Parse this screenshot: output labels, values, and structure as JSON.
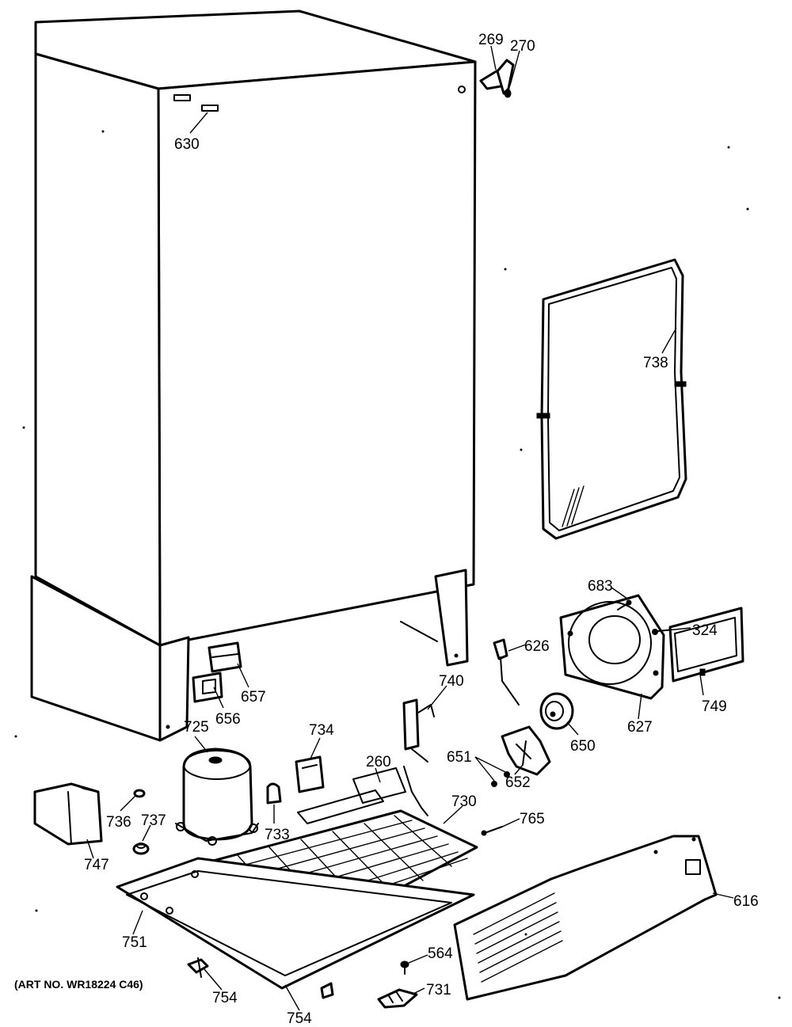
{
  "diagram": {
    "art_number": "(ART NO. WR18224 C46)",
    "callouts": {
      "c269": "269",
      "c270": "270",
      "c630": "630",
      "c738": "738",
      "c683": "683",
      "c324": "324",
      "c626": "626",
      "c749": "749",
      "c627": "627",
      "c650": "650",
      "c651": "651",
      "c652": "652",
      "c740": "740",
      "c657": "657",
      "c656": "656",
      "c725": "725",
      "c734": "734",
      "c260": "260",
      "c730": "730",
      "c765": "765",
      "c736": "736",
      "c737": "737",
      "c733": "733",
      "c747": "747",
      "c616": "616",
      "c751": "751",
      "c564": "564",
      "c731": "731",
      "c754a": "754",
      "c754b": "754"
    }
  }
}
